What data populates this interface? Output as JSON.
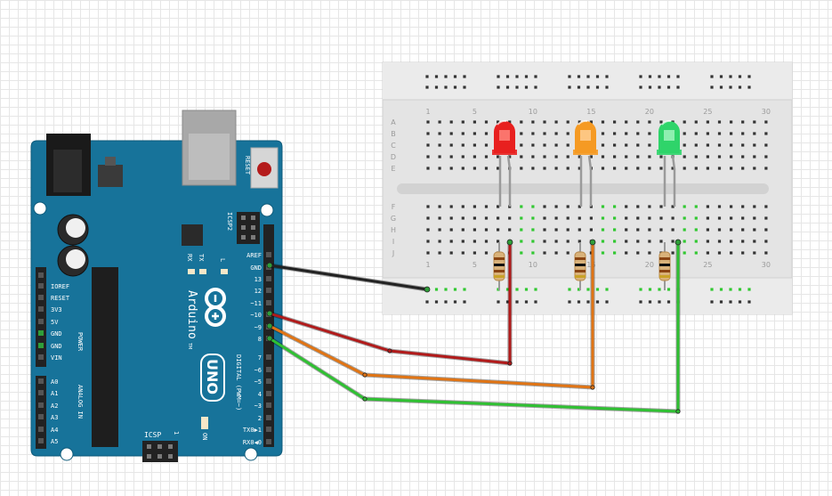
{
  "breadboard": {
    "row_letters": [
      "A",
      "B",
      "C",
      "D",
      "E",
      "F",
      "G",
      "H",
      "I",
      "J"
    ],
    "col_numbers": [
      "1",
      "5",
      "10",
      "15",
      "20",
      "25",
      "30"
    ]
  },
  "arduino": {
    "reset": "RESET",
    "icsp2": "ICSP2",
    "icsp": "ICSP",
    "icsp_pin": "1",
    "rx": "RX",
    "tx": "TX",
    "l": "L",
    "brand": "Arduino",
    "tm": "TM",
    "model": "UNO",
    "on": "ON",
    "digital_label": "DIGITAL (PWM=~)",
    "power_label": "POWER",
    "analog_label": "ANALOG IN",
    "digital_pins": [
      "AREF",
      "GND",
      "13",
      "12",
      "~11",
      "~10",
      "~9",
      "8",
      "7",
      "~6",
      "~5",
      "4",
      "~3",
      "2",
      "TX0▶1",
      "RX0◀0"
    ],
    "power_pins": [
      "IOREF",
      "RESET",
      "3V3",
      "5V",
      "GND",
      "GND",
      "VIN"
    ],
    "analog_pins": [
      "A0",
      "A1",
      "A2",
      "A3",
      "A4",
      "A5"
    ]
  },
  "leds": [
    {
      "color": "red",
      "fill": "#e8201f",
      "light": "#ff8a80"
    },
    {
      "color": "orange",
      "fill": "#f59a23",
      "light": "#ffd199"
    },
    {
      "color": "green",
      "fill": "#2fd46a",
      "light": "#a6f5c2"
    }
  ],
  "wires": [
    {
      "name": "gnd",
      "color": "#222222"
    },
    {
      "name": "pin10",
      "color": "#b11a1a"
    },
    {
      "name": "pin9",
      "color": "#e07414"
    },
    {
      "name": "pin8",
      "color": "#2fc032"
    }
  ],
  "colors": {
    "board": "#17739a",
    "board_edge": "#0e5a7a",
    "breadboard": "#e4e4e4",
    "breadboard_edge": "#cfcfcf",
    "connected_hole": "#32c832"
  }
}
